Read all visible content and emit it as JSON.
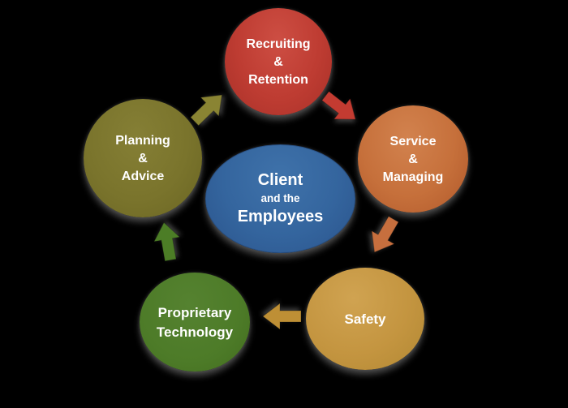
{
  "canvas": {
    "background": "#000000"
  },
  "center_node": {
    "line1": "Client",
    "line2": "and the",
    "line3": "Employees",
    "fill": "#34659E"
  },
  "nodes": [
    {
      "id": "recruiting-retention",
      "lines": [
        "Recruiting",
        "&",
        "Retention"
      ],
      "fill": "#BE3C32"
    },
    {
      "id": "service-managing",
      "lines": [
        "Service",
        "&",
        "Managing"
      ],
      "fill": "#C6703B"
    },
    {
      "id": "planning-advice",
      "lines": [
        "Planning",
        "&",
        "Advice"
      ],
      "fill": "#7A742C"
    },
    {
      "id": "safety",
      "lines": [
        "Safety"
      ],
      "fill": "#C49540"
    },
    {
      "id": "proprietary-technology",
      "lines": [
        "Proprietary",
        "Technology"
      ],
      "fill": "#4D7B28"
    }
  ],
  "arrows": [
    {
      "id": "planning-to-recruiting",
      "direction": "up-right",
      "fill": "#8A8433"
    },
    {
      "id": "recruiting-to-service",
      "direction": "down-right",
      "fill": "#C33B31"
    },
    {
      "id": "service-to-safety",
      "direction": "down-left",
      "fill": "#C76F3E"
    },
    {
      "id": "safety-to-proprietary",
      "direction": "left",
      "fill": "#BE8F35"
    },
    {
      "id": "proprietary-to-planning",
      "direction": "up",
      "fill": "#4C7D26"
    }
  ]
}
